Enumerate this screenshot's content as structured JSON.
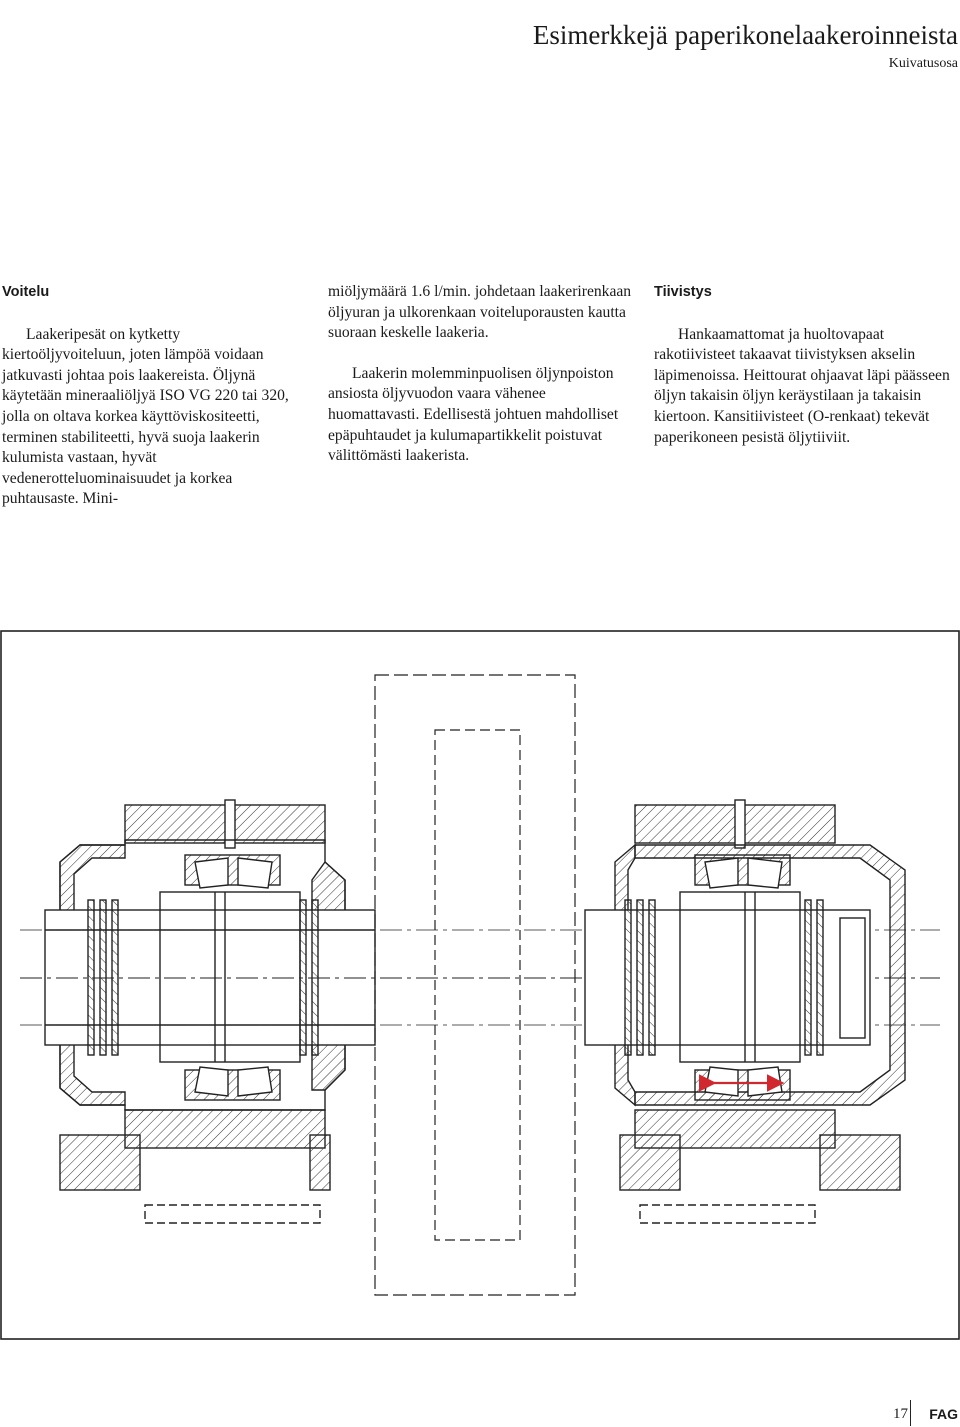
{
  "header": {
    "title": "Esimerkkejä paperikonelaakeroinneista",
    "subtitle": "Kuivatusosa"
  },
  "col1": {
    "heading": "Voitelu",
    "para1": "Laakeripesät on kytketty kiertoöljyvoiteluun, joten lämpöä voidaan jatkuvasti johtaa pois laakereista. Öljynä käytetään mineraaliöljyä ISO VG 220 tai 320, jolla on oltava korkea käyttöviskositeetti, terminen stabiliteetti, hyvä suoja laakerin kulumista vastaan, hyvät vedenerotteluominaisuudet ja korkea puhtausaste. Mini-"
  },
  "col2": {
    "para1": "miöljymäärä 1.6 l/min. johdetaan laakerirenkaan öljyuran ja ulkorenkaan voiteluporausten kautta suoraan keskelle laakeria.",
    "para2": "Laakerin molemminpuolisen öljynpoiston ansiosta öljyvuodon vaara vähenee huomattavasti. Edellisestä johtuen mahdolliset epäpuhtaudet ja kulumapartikkelit poistuvat välittömästi laakerista."
  },
  "col3": {
    "heading": "Tiivistys",
    "para1": "Hankaamattomat ja huoltovapaat rakotiivisteet takaavat tiivistyksen akselin läpimenoissa. Heittourat ohjaavat läpi päässeen öljyn takaisin öljyn keräystilaan ja takaisin kiertoon. Kansitiivisteet (O-renkaat) tekevät paperikoneen pesistä öljytiiviit."
  },
  "figure": {
    "arrow_color": "#d0282e",
    "line_color": "#222222"
  },
  "footer": {
    "page_number": "17",
    "brand": "FAG"
  }
}
